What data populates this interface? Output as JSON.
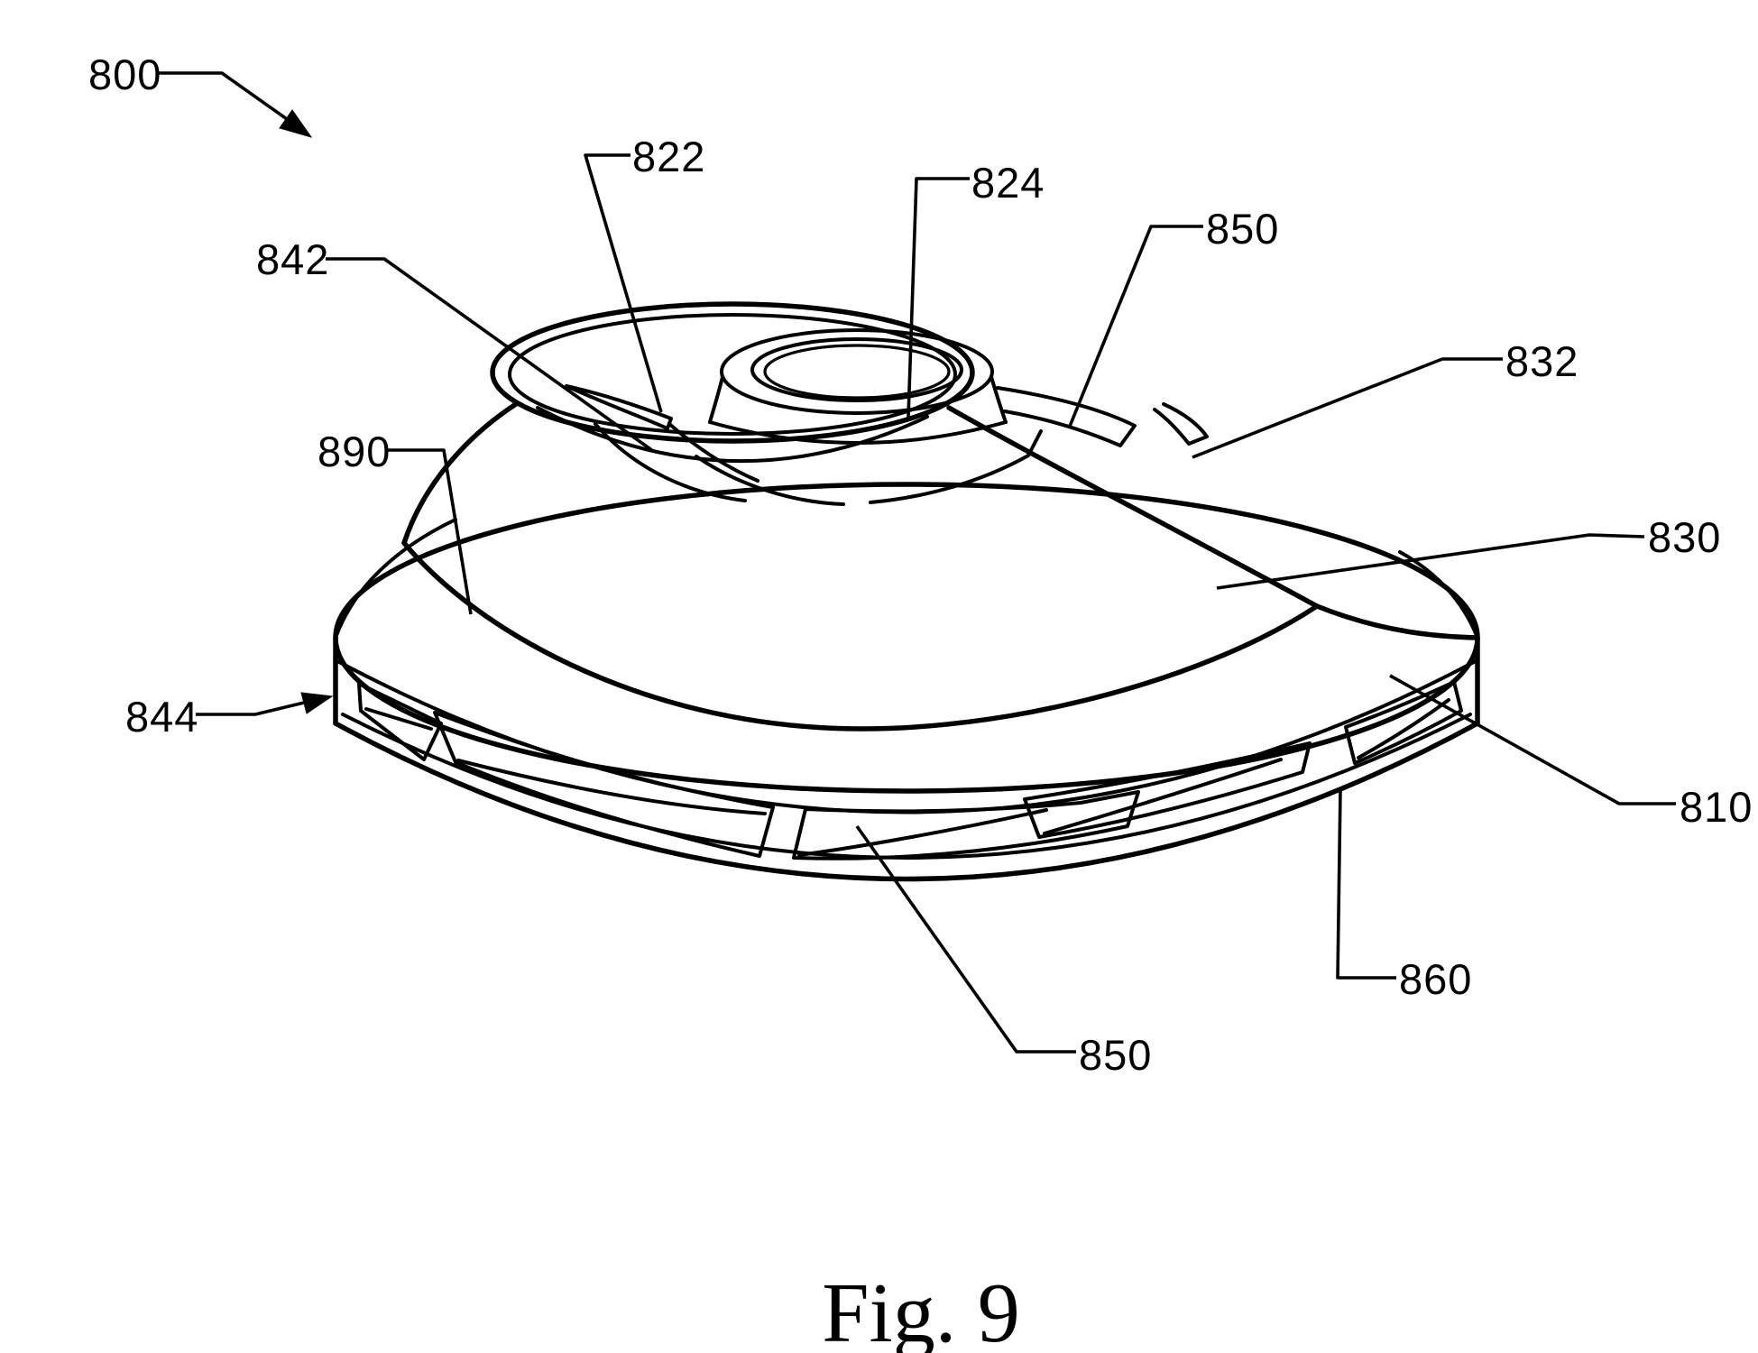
{
  "figure": {
    "caption": "Fig. 9"
  },
  "colors": {
    "ink": "#000000",
    "background": "#ffffff"
  },
  "reference_numerals": {
    "r800": {
      "text": "800"
    },
    "r822": {
      "text": "822"
    },
    "r824": {
      "text": "824"
    },
    "r850_top": {
      "text": "850"
    },
    "r842": {
      "text": "842"
    },
    "r832": {
      "text": "832"
    },
    "r890": {
      "text": "890"
    },
    "r830": {
      "text": "830"
    },
    "r844": {
      "text": "844"
    },
    "r810": {
      "text": "810"
    },
    "r860": {
      "text": "860"
    },
    "r850_bottom": {
      "text": "850"
    }
  }
}
